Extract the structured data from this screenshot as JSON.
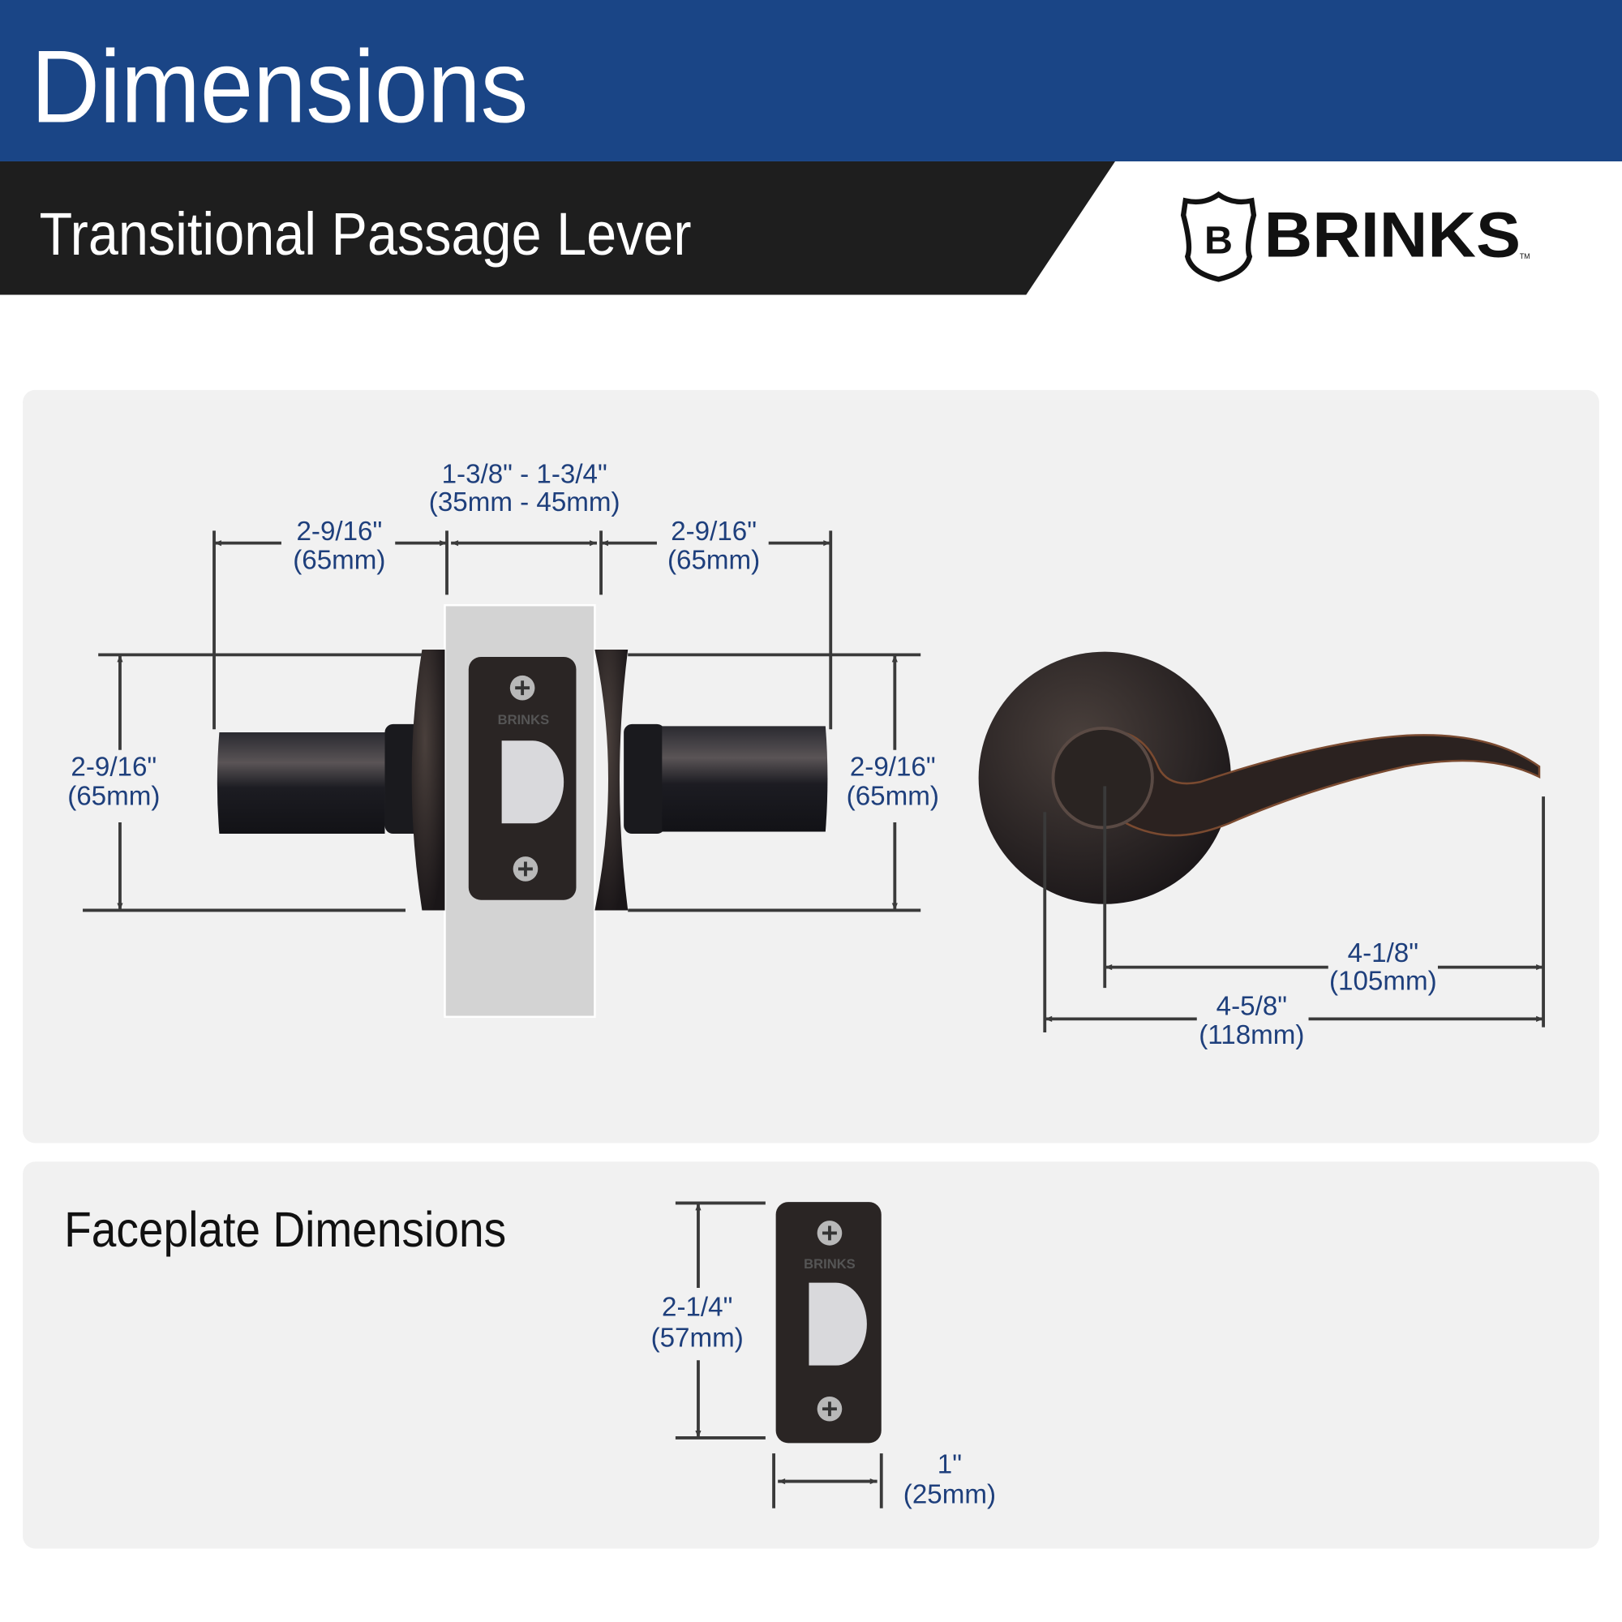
{
  "header": {
    "title": "Dimensions",
    "subtitle": "Transitional Passage Lever",
    "brand": "BRINKS",
    "brand_mark": "B",
    "trademark": "TM",
    "colors": {
      "header_blue": "#1a4586",
      "band_black": "#1e1e1e",
      "dimension_text": "#1e3f7c",
      "panel_bg": "#f1f1f1"
    }
  },
  "side_view": {
    "door_thickness": {
      "imperial": "1-3/8\" - 1-3/4\"",
      "metric": "(35mm - 45mm)"
    },
    "left_projection": {
      "imperial": "2-9/16\"",
      "metric": "(65mm)"
    },
    "right_projection": {
      "imperial": "2-9/16\"",
      "metric": "(65mm)"
    },
    "left_height": {
      "imperial": "2-9/16\"",
      "metric": "(65mm)"
    },
    "right_height": {
      "imperial": "2-9/16\"",
      "metric": "(65mm)"
    },
    "faceplate_brand": "BRINKS"
  },
  "front_view": {
    "lever_length_from_center": {
      "imperial": "4-1/8\"",
      "metric": "(105mm)"
    },
    "overall_length": {
      "imperial": "4-5/8\"",
      "metric": "(118mm)"
    }
  },
  "faceplate": {
    "title": "Faceplate Dimensions",
    "height": {
      "imperial": "2-1/4\"",
      "metric": "(57mm)"
    },
    "width": {
      "imperial": "1\"",
      "metric": "(25mm)"
    },
    "brand": "BRINKS"
  }
}
